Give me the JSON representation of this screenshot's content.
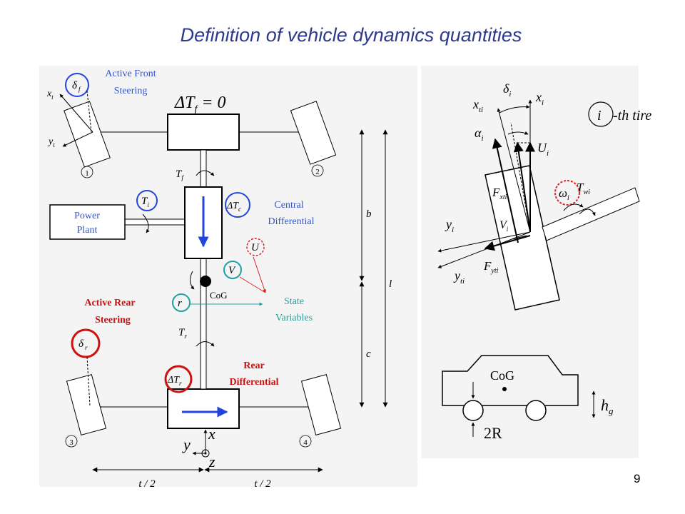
{
  "title": "Definition of vehicle dynamics quantities",
  "page_number": "9",
  "colors": {
    "title": "#2e3a8c",
    "blue_label": "#3355cc",
    "red_label": "#cc1111",
    "teal_circle": "#22a0a0",
    "arrow_blue": "#2244dd",
    "panel_bg": "#f4f4f4"
  },
  "labels": {
    "active_front_steering_1": "Active Front",
    "active_front_steering_2": "Steering",
    "delta_T_f": "ΔT",
    "delta_T_f_sub": "f",
    "delta_T_f_eq": "= 0",
    "x_t": "x",
    "x_t_sub": "t",
    "y_t": "y",
    "y_t_sub": "t",
    "delta_f": "δ",
    "delta_f_sub": "f",
    "T_f": "T",
    "T_f_sub": "f",
    "T_i": "T",
    "T_i_sub": "i",
    "power_plant_1": "Power",
    "power_plant_2": "Plant",
    "delta_T_c": "ΔT",
    "delta_T_c_sub": "c",
    "central_diff_1": "Central",
    "central_diff_2": "Differential",
    "U": "U",
    "V": "V",
    "r": "r",
    "cog": "CoG",
    "state_vars_1": "State",
    "state_vars_2": "Variables",
    "active_rear_1": "Active Rear",
    "active_rear_2": "Steering",
    "delta_r": "δ",
    "delta_r_sub": "r",
    "T_r": "T",
    "T_r_sub": "r",
    "delta_T_r": "ΔT",
    "delta_T_r_sub": "r",
    "rear_diff_1": "Rear",
    "rear_diff_2": "Differential",
    "wheel_1": "1",
    "wheel_2": "2",
    "wheel_3": "3",
    "wheel_4": "4",
    "axis_x": "x",
    "axis_y": "y",
    "axis_z": "z",
    "half_track_left": "t / 2",
    "half_track_right": "t / 2",
    "dim_b": "b",
    "dim_c": "c",
    "dim_l": "l",
    "tire_delta_i": "δ",
    "tire_delta_i_sub": "i",
    "tire_x_i": "x",
    "tire_x_i_sub": "i",
    "tire_x_ti": "x",
    "tire_x_ti_sub": "ti",
    "tire_alpha_i": "α",
    "tire_alpha_i_sub": "i",
    "tire_U_i": "U",
    "tire_U_i_sub": "i",
    "tire_i": "i",
    "tire_th": "-th tire",
    "tire_F_xti": "F",
    "tire_F_xti_sub": "xti",
    "tire_omega_i": "ω",
    "tire_omega_i_sub": "i",
    "tire_T_wi": "T",
    "tire_T_wi_sub": "wi",
    "tire_y_i": "y",
    "tire_y_i_sub": "i",
    "tire_V_i": "V",
    "tire_V_i_sub": "i",
    "tire_F_yti": "F",
    "tire_F_yti_sub": "yti",
    "tire_y_ti": "y",
    "tire_y_ti_sub": "ti",
    "car_cog": "CoG",
    "car_hg": "h",
    "car_hg_sub": "g",
    "car_2R": "2R"
  }
}
